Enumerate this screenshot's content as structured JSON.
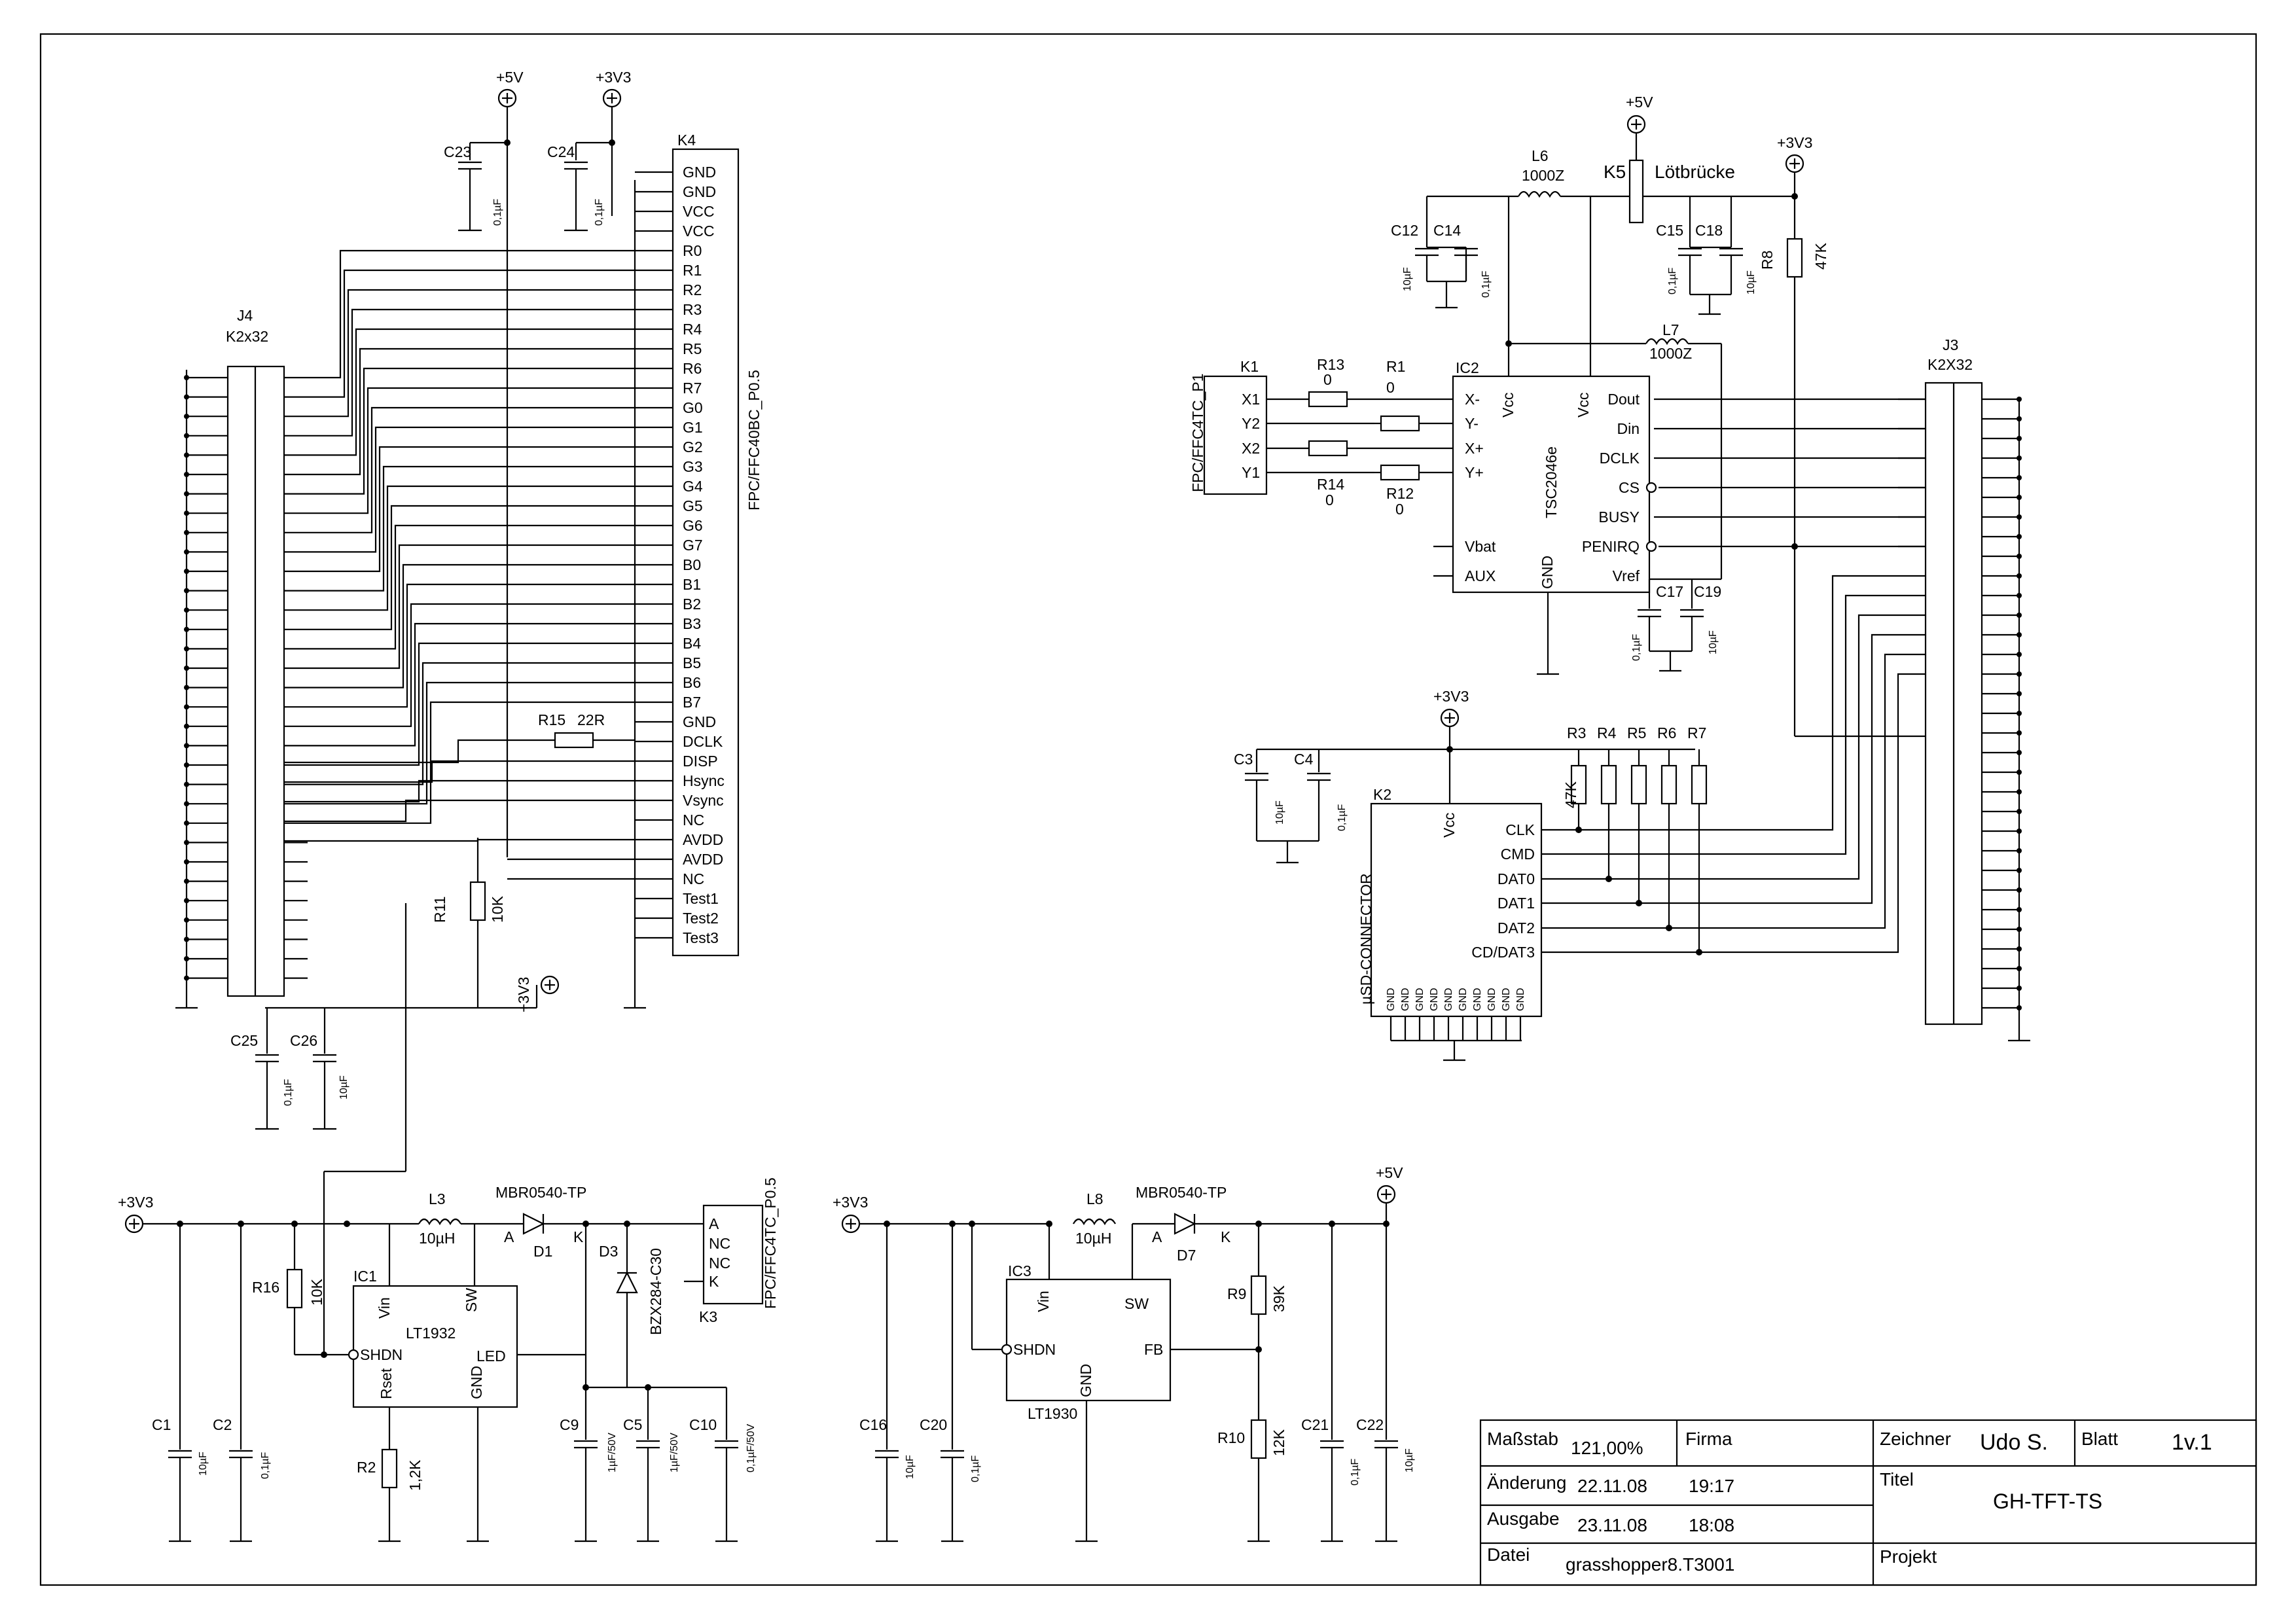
{
  "schematic": {
    "power": {
      "p5v": "+5V",
      "p3v3": "+3V3"
    },
    "k4": {
      "ref": "K4",
      "part": "FPC/FFC40BC_P0.5",
      "pins": [
        "GND",
        "GND",
        "VCC",
        "VCC",
        "R0",
        "R1",
        "R2",
        "R3",
        "R4",
        "R5",
        "R6",
        "R7",
        "G0",
        "G1",
        "G2",
        "G3",
        "G4",
        "G5",
        "G6",
        "G7",
        "B0",
        "B1",
        "B2",
        "B3",
        "B4",
        "B5",
        "B6",
        "B7",
        "GND",
        "DCLK",
        "DISP",
        "Hsync",
        "Vsync",
        "NC",
        "AVDD",
        "AVDD",
        "NC",
        "Test1",
        "Test2",
        "Test3"
      ]
    },
    "j4": {
      "ref": "J4",
      "part": "K2x32"
    },
    "j3": {
      "ref": "J3",
      "part": "K2X32"
    },
    "c23": {
      "ref": "C23",
      "val": "0,1µF"
    },
    "c24": {
      "ref": "C24",
      "val": "0,1µF"
    },
    "c25": {
      "ref": "C25",
      "val": "0,1µF"
    },
    "c26": {
      "ref": "C26",
      "val": "10µF"
    },
    "r15": {
      "ref": "R15",
      "val": "22R"
    },
    "r11": {
      "ref": "R11",
      "val": "10K"
    },
    "k5": {
      "ref": "K5",
      "val": "Lötbrücke"
    },
    "l6": {
      "ref": "L6",
      "val": "1000Z"
    },
    "l7": {
      "ref": "L7",
      "val": "1000Z"
    },
    "c12": {
      "ref": "C12",
      "val": "10µF"
    },
    "c14": {
      "ref": "C14",
      "val": "0,1µF"
    },
    "c15": {
      "ref": "C15",
      "val": "0,1µF"
    },
    "c18": {
      "ref": "C18",
      "val": "10µF"
    },
    "r8": {
      "ref": "R8",
      "val": "47K"
    },
    "k1": {
      "ref": "K1",
      "part": "FPC/FFC4TC_P1",
      "pins": [
        "X1",
        "Y2",
        "X2",
        "Y1"
      ]
    },
    "r13": {
      "ref": "R13",
      "val": "0"
    },
    "r1": {
      "ref": "R1",
      "val": "0"
    },
    "r14": {
      "ref": "R14",
      "val": "0"
    },
    "r12": {
      "ref": "R12",
      "val": "0"
    },
    "ic2": {
      "ref": "IC2",
      "part": "TSC2046e",
      "left": [
        "X-",
        "Y-",
        "X+",
        "Y+",
        "Vbat",
        "AUX"
      ],
      "right": [
        "Dout",
        "Din",
        "DCLK",
        "CS",
        "BUSY",
        "PENIRQ",
        "Vref"
      ],
      "vcc": "Vcc",
      "gnd": "GND"
    },
    "c17": {
      "ref": "C17",
      "val": "0,1µF"
    },
    "c19": {
      "ref": "C19",
      "val": "10µF"
    },
    "c3": {
      "ref": "C3",
      "val": "10µF"
    },
    "c4": {
      "ref": "C4",
      "val": "0,1µF"
    },
    "k2": {
      "ref": "K2",
      "part": "µSD-CONNECTOR",
      "pins": [
        "CLK",
        "CMD",
        "DAT0",
        "DAT1",
        "DAT2",
        "CD/DAT3"
      ],
      "vcc": "Vcc",
      "gnd": "GND"
    },
    "r3": {
      "ref": "R3",
      "val": "47K"
    },
    "r4": {
      "ref": "R4"
    },
    "r5": {
      "ref": "R5"
    },
    "r6": {
      "ref": "R6"
    },
    "r7": {
      "ref": "R7"
    },
    "ic1": {
      "ref": "IC1",
      "part": "LT1932",
      "pins": [
        "Vin",
        "SW",
        "SHDN",
        "LED",
        "Rset",
        "GND"
      ]
    },
    "l3": {
      "ref": "L3",
      "val": "10µH"
    },
    "d1": {
      "ref": "D1",
      "part": "MBR0540-TP"
    },
    "d3": {
      "ref": "D3",
      "part": "BZX284-C30"
    },
    "k3": {
      "ref": "K3",
      "part": "FPC/FFC4TC_P0.5",
      "pins": [
        "A",
        "NC",
        "NC",
        "K"
      ]
    },
    "r16": {
      "ref": "R16",
      "val": "10K"
    },
    "r2": {
      "ref": "R2",
      "val": "1,2K"
    },
    "c1": {
      "ref": "C1",
      "val": "10µF"
    },
    "c2": {
      "ref": "C2",
      "val": "0,1µF"
    },
    "c9": {
      "ref": "C9",
      "val": "1µF/50V"
    },
    "c5": {
      "ref": "C5",
      "val": "1µF/50V"
    },
    "c10": {
      "ref": "C10",
      "val": "0,1µF/50V"
    },
    "ic3": {
      "ref": "IC3",
      "part": "LT1930",
      "pins": [
        "Vin",
        "SW",
        "SHDN",
        "FB",
        "GND"
      ]
    },
    "l8": {
      "ref": "L8",
      "val": "10µH"
    },
    "d7": {
      "ref": "D7",
      "part": "MBR0540-TP"
    },
    "r9": {
      "ref": "R9",
      "val": "39K"
    },
    "r10": {
      "ref": "R10",
      "val": "12K"
    },
    "c16": {
      "ref": "C16",
      "val": "10µF"
    },
    "c20": {
      "ref": "C20",
      "val": "0,1µF"
    },
    "c21": {
      "ref": "C21",
      "val": "0,1µF"
    },
    "c22": {
      "ref": "C22",
      "val": "10µF"
    },
    "diode_a": "A",
    "diode_k": "K"
  },
  "title_block": {
    "massstab_label": "Maßstab",
    "massstab_value": "121,00%",
    "firma_label": "Firma",
    "aenderung_label": "Änderung",
    "aenderung_date": "22.11.08",
    "aenderung_time": "19:17",
    "ausgabe_label": "Ausgabe",
    "ausgabe_date": "23.11.08",
    "ausgabe_time": "18:08",
    "datei_label": "Datei",
    "datei_value": "grasshopper8.T3001",
    "zeichner_label": "Zeichner",
    "zeichner_value": "Udo S.",
    "blatt_label": "Blatt",
    "blatt_value": "1v.1",
    "titel_label": "Titel",
    "titel_value": "GH-TFT-TS",
    "projekt_label": "Projekt"
  }
}
